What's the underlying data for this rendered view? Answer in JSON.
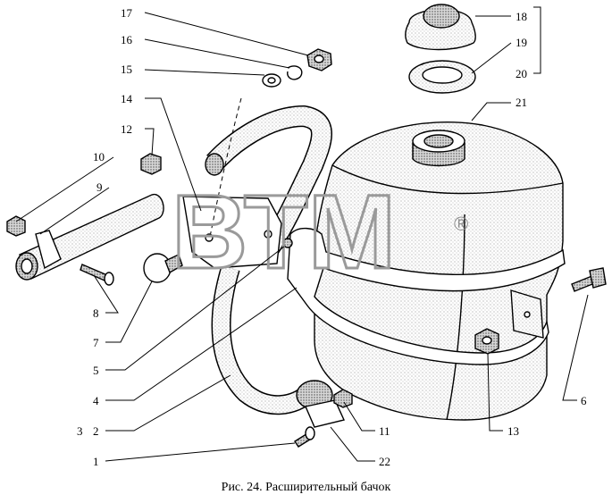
{
  "watermark": {
    "text": "ВТМ",
    "mark": "®"
  },
  "caption": "Рис. 24. Расширительный бачок",
  "callouts": [
    "1",
    "2",
    "3",
    "4",
    "5",
    "6",
    "7",
    "8",
    "9",
    "10",
    "11",
    "12",
    "13",
    "14",
    "15",
    "16",
    "17",
    "18",
    "19",
    "20",
    "21",
    "22"
  ]
}
